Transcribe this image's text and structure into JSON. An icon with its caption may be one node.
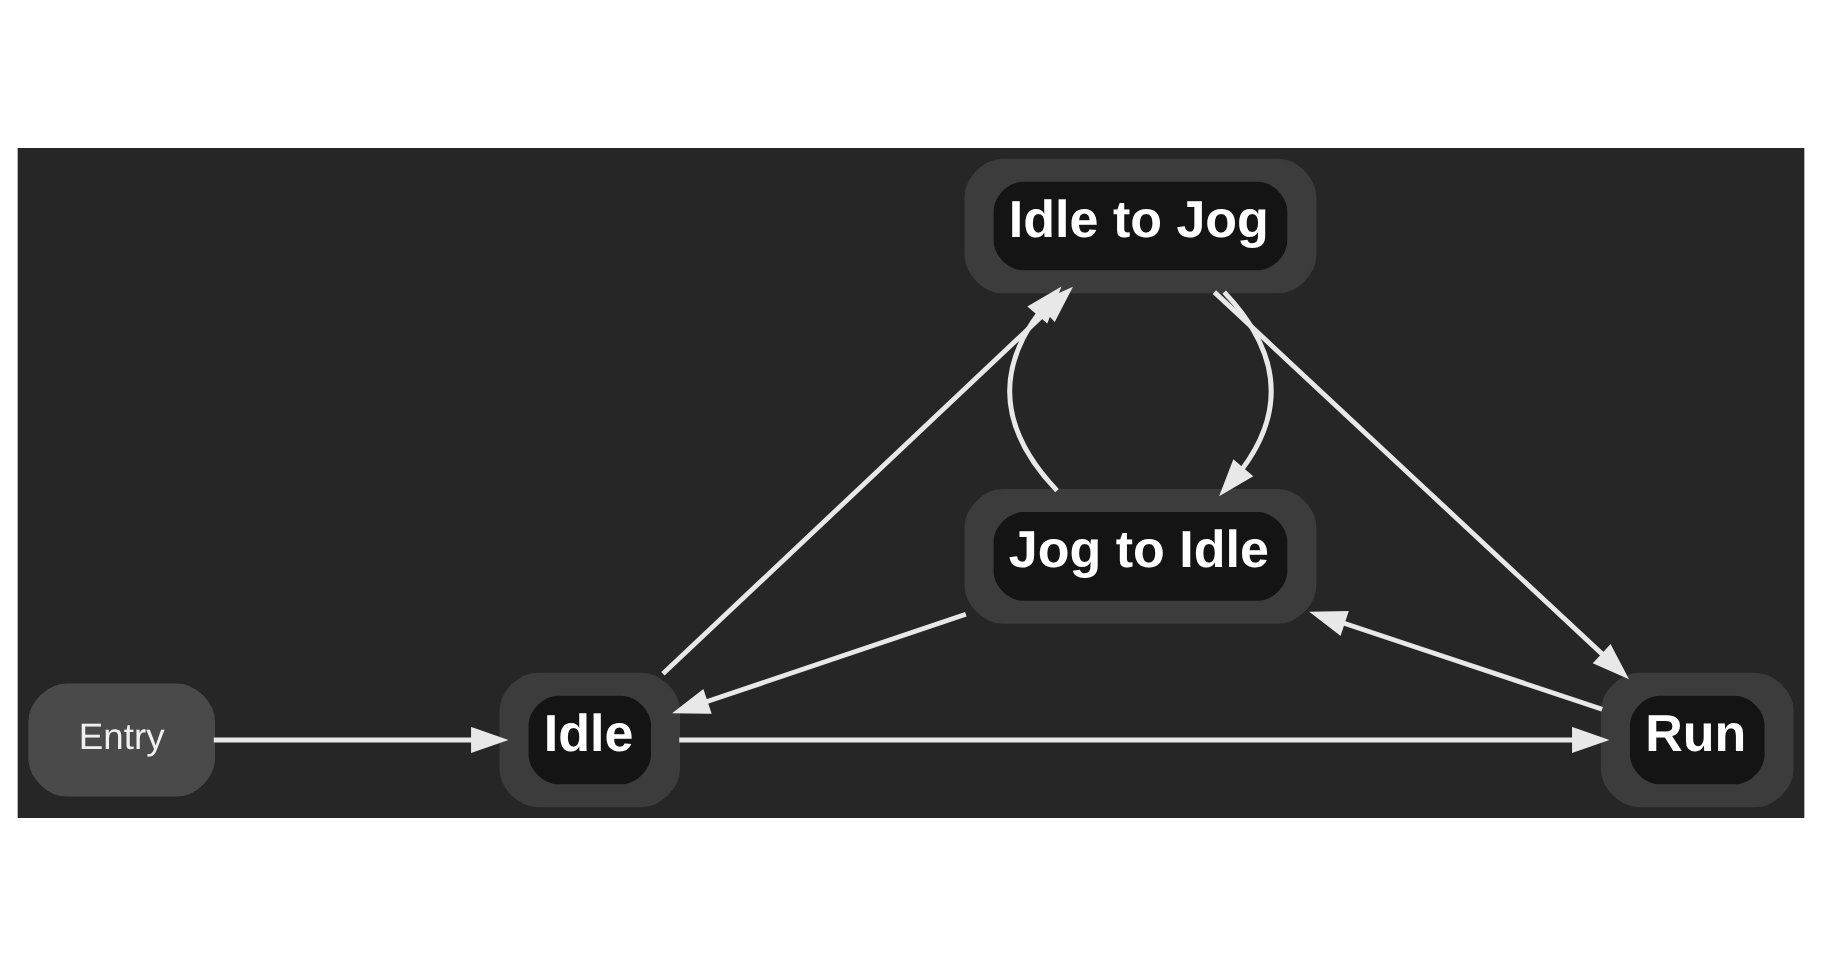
{
  "diagram": {
    "nodes": [
      {
        "text": [
          "Entry"
        ]
      },
      {
        "text": [
          "Idle"
        ]
      },
      {
        "text": [
          "Idle to Jog"
        ]
      },
      {
        "text": [
          "Run"
        ]
      },
      {
        "text": [
          "Jog to Idle"
        ]
      }
    ],
    "edges": [
      {
        "from": 0,
        "to": 1,
        "arrow": "to"
      },
      {
        "from": 1,
        "to": 2,
        "arrow": "to"
      },
      {
        "from": 2,
        "to": 3,
        "arrow": "to"
      },
      {
        "from": 1,
        "to": 3,
        "arrow": "to"
      },
      {
        "from": 3,
        "to": 4,
        "arrow": "to"
      },
      {
        "from": 4,
        "to": 1,
        "arrow": "to"
      },
      {
        "from": 2,
        "to": 4,
        "arrow": "to"
      },
      {
        "from": 4,
        "to": 2,
        "arrow": "to"
      }
    ]
  }
}
